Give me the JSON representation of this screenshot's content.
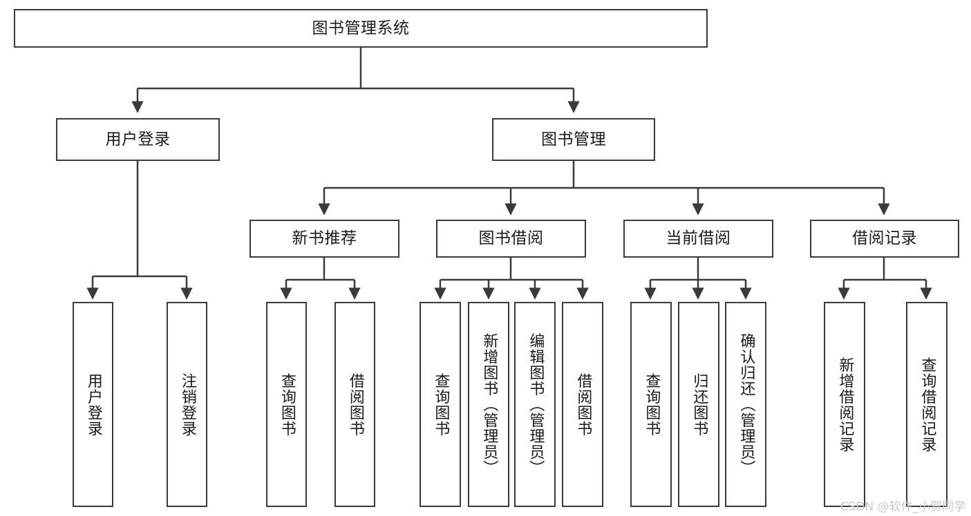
{
  "diagram": {
    "title": "图书管理系统",
    "watermark": "CSDN @软件_小贺同学",
    "colors": {
      "box_border": "#3a3a3a",
      "box_fill": "#ffffff",
      "edge": "#3a3a3a",
      "text": "#1a1a1a",
      "watermark": "#c9c9c9",
      "background": "#ffffff"
    },
    "root": {
      "label": "图书管理系统"
    },
    "level2": [
      {
        "label": "用户登录"
      },
      {
        "label": "图书管理"
      }
    ],
    "level3": [
      {
        "label": "新书推荐"
      },
      {
        "label": "图书借阅"
      },
      {
        "label": "当前借阅"
      },
      {
        "label": "借阅记录"
      }
    ],
    "leaves": {
      "user_login": [
        {
          "label": "用户登录"
        },
        {
          "label": "注销登录"
        }
      ],
      "new_book_recommend": [
        {
          "label": "查询图书"
        },
        {
          "label": "借阅图书"
        }
      ],
      "book_borrow": [
        {
          "label": "查询图书"
        },
        {
          "label": "新增图书（管理员）"
        },
        {
          "label": "编辑图书（管理员）"
        },
        {
          "label": "借阅图书"
        }
      ],
      "current_borrow": [
        {
          "label": "查询图书"
        },
        {
          "label": "归还图书"
        },
        {
          "label": "确认归还（管理员）"
        }
      ],
      "borrow_record": [
        {
          "label": "新增借阅记录"
        },
        {
          "label": "查询借阅记录"
        }
      ]
    }
  }
}
